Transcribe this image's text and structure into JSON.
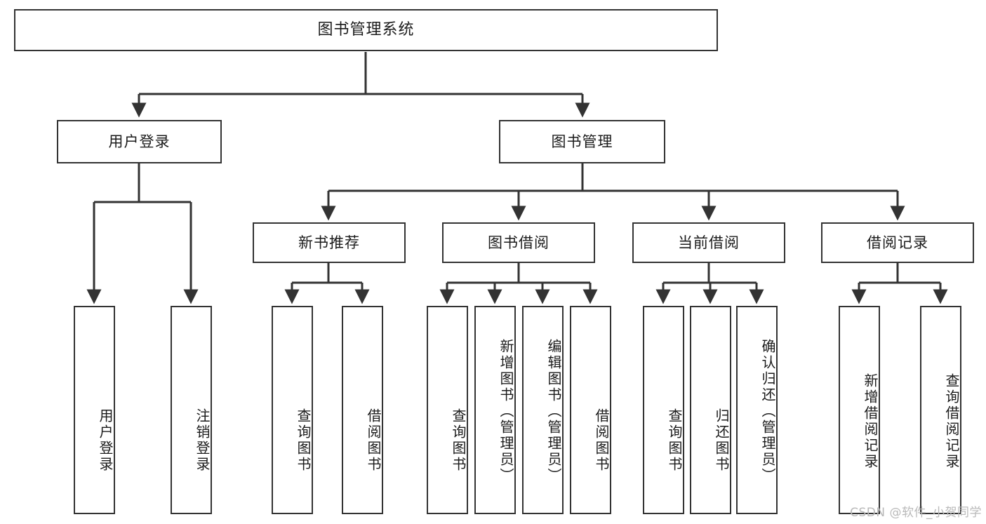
{
  "diagram": {
    "title": "图书管理系统",
    "type": "hierarchy-tree",
    "levels": 4,
    "root": {
      "id": "root",
      "label": "图书管理系统"
    },
    "level2": [
      {
        "id": "user-login",
        "label": "用户登录"
      },
      {
        "id": "book-manage",
        "label": "图书管理"
      }
    ],
    "level3": [
      {
        "id": "new-book-rec",
        "label": "新书推荐",
        "parent": "book-manage"
      },
      {
        "id": "book-borrow",
        "label": "图书借阅",
        "parent": "book-manage"
      },
      {
        "id": "current-borrow",
        "label": "当前借阅",
        "parent": "book-manage"
      },
      {
        "id": "borrow-record",
        "label": "借阅记录",
        "parent": "book-manage"
      }
    ],
    "leaves": {
      "user-login": [
        {
          "id": "leaf-user-login",
          "label": "用户登录"
        },
        {
          "id": "leaf-user-logout",
          "label": "注销登录"
        }
      ],
      "new-book-rec": [
        {
          "id": "leaf-query-book-1",
          "label": "查询图书"
        },
        {
          "id": "leaf-borrow-book-1",
          "label": "借阅图书"
        }
      ],
      "book-borrow": [
        {
          "id": "leaf-query-book-2",
          "label": "查询图书"
        },
        {
          "id": "leaf-add-book",
          "label": "新增图书（管理员）"
        },
        {
          "id": "leaf-edit-book",
          "label": "编辑图书（管理员）"
        },
        {
          "id": "leaf-borrow-book-2",
          "label": "借阅图书"
        }
      ],
      "current-borrow": [
        {
          "id": "leaf-query-book-3",
          "label": "查询图书"
        },
        {
          "id": "leaf-return-book",
          "label": "归还图书"
        },
        {
          "id": "leaf-confirm-return",
          "label": "确认归还（管理员）"
        }
      ],
      "borrow-record": [
        {
          "id": "leaf-add-record",
          "label": "新增借阅记录"
        },
        {
          "id": "leaf-query-record",
          "label": "查询借阅记录"
        }
      ]
    }
  },
  "watermark": {
    "text": "CSDN @软件_小贺同学"
  },
  "colors": {
    "box_border": "#333333",
    "box_fill": "#ffffff",
    "text": "#1b1b1b",
    "edge": "#333333",
    "watermark": "#b9b9b9",
    "background": "#ffffff"
  }
}
